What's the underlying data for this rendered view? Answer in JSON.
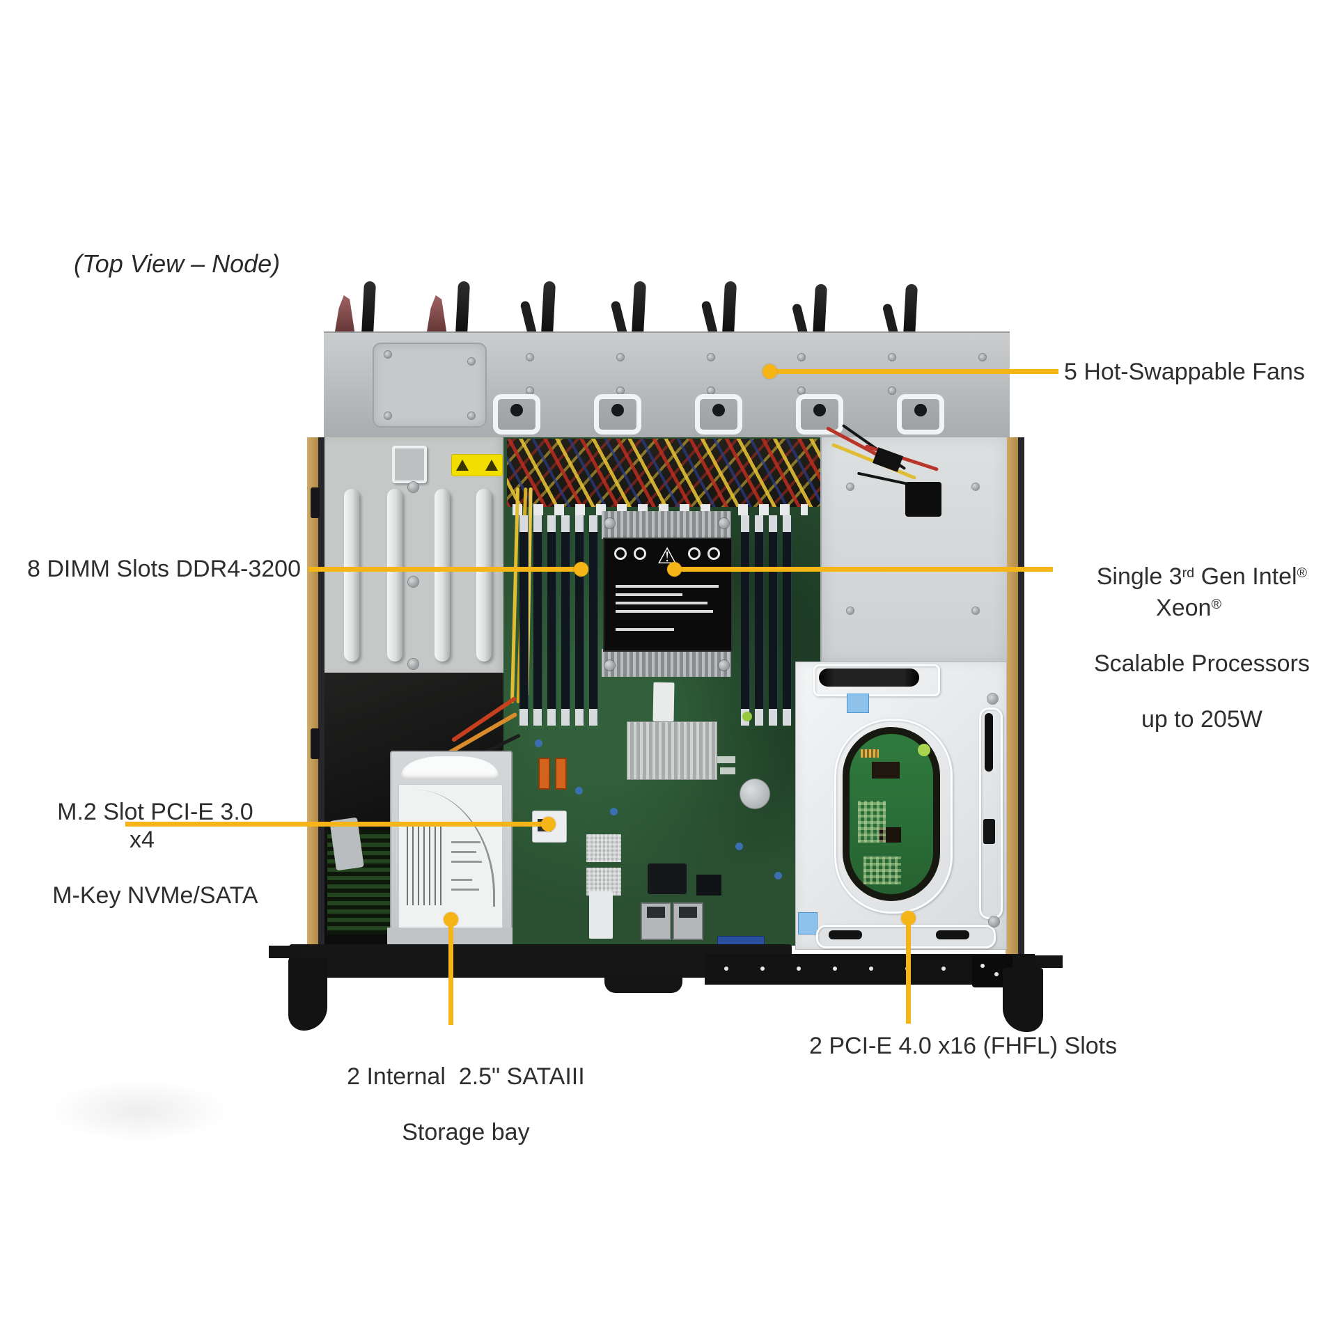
{
  "page": {
    "title_label": "(Top View – Node)"
  },
  "colors": {
    "callout_accent": "#F5B517",
    "label_text": "#2E2E2E",
    "fan_tray_gray": "#BFC2C4",
    "expansion_panel_gray": "#C6C8C7",
    "motherboard_green": "#2A4F31",
    "riser_pcb_green": "#2F7B3E",
    "warning_label_yellow": "#F2DE00",
    "side_rail_tan": "#C7A160",
    "drive_white": "#F0F1F1",
    "chassis_black": "#161616",
    "background": "#FFFFFF"
  },
  "icons": {
    "warning_triangle": "⚠"
  },
  "callouts": {
    "fans": {
      "label": "5 Hot-Swappable Fans"
    },
    "dimm": {
      "label": "8 DIMM  Slots DDR4-3200"
    },
    "cpu": {
      "line1_a": "Single 3",
      "line1_sup": "rd",
      "line1_b": " Gen Intel",
      "line1_reg1": "®",
      "line1_c": "  Xeon",
      "line1_reg2": "®",
      "line2": "Scalable Processors",
      "line3": "up to 205W"
    },
    "m2": {
      "line1": "M.2 Slot PCI-E 3.0 x4",
      "line2": "M-Key NVMe/SATA"
    },
    "storage": {
      "line1": "2 Internal  2.5\" SATAIII",
      "line2": "Storage bay"
    },
    "pcie": {
      "label": "2 PCI-E 4.0 x16 (FHFL) Slots"
    }
  },
  "figure": {
    "components": [
      "fan-release-clips",
      "hot-swap-fan-tray",
      "expansion-slot-panel",
      "warning-label",
      "dimm-banks",
      "cpu-heatsink",
      "chipset-heatsink",
      "sata-connectors",
      "m2-slot",
      "storage-drive",
      "pcie-riser-bay",
      "riser-card",
      "power-bay",
      "rack-ears",
      "motherboard"
    ]
  }
}
